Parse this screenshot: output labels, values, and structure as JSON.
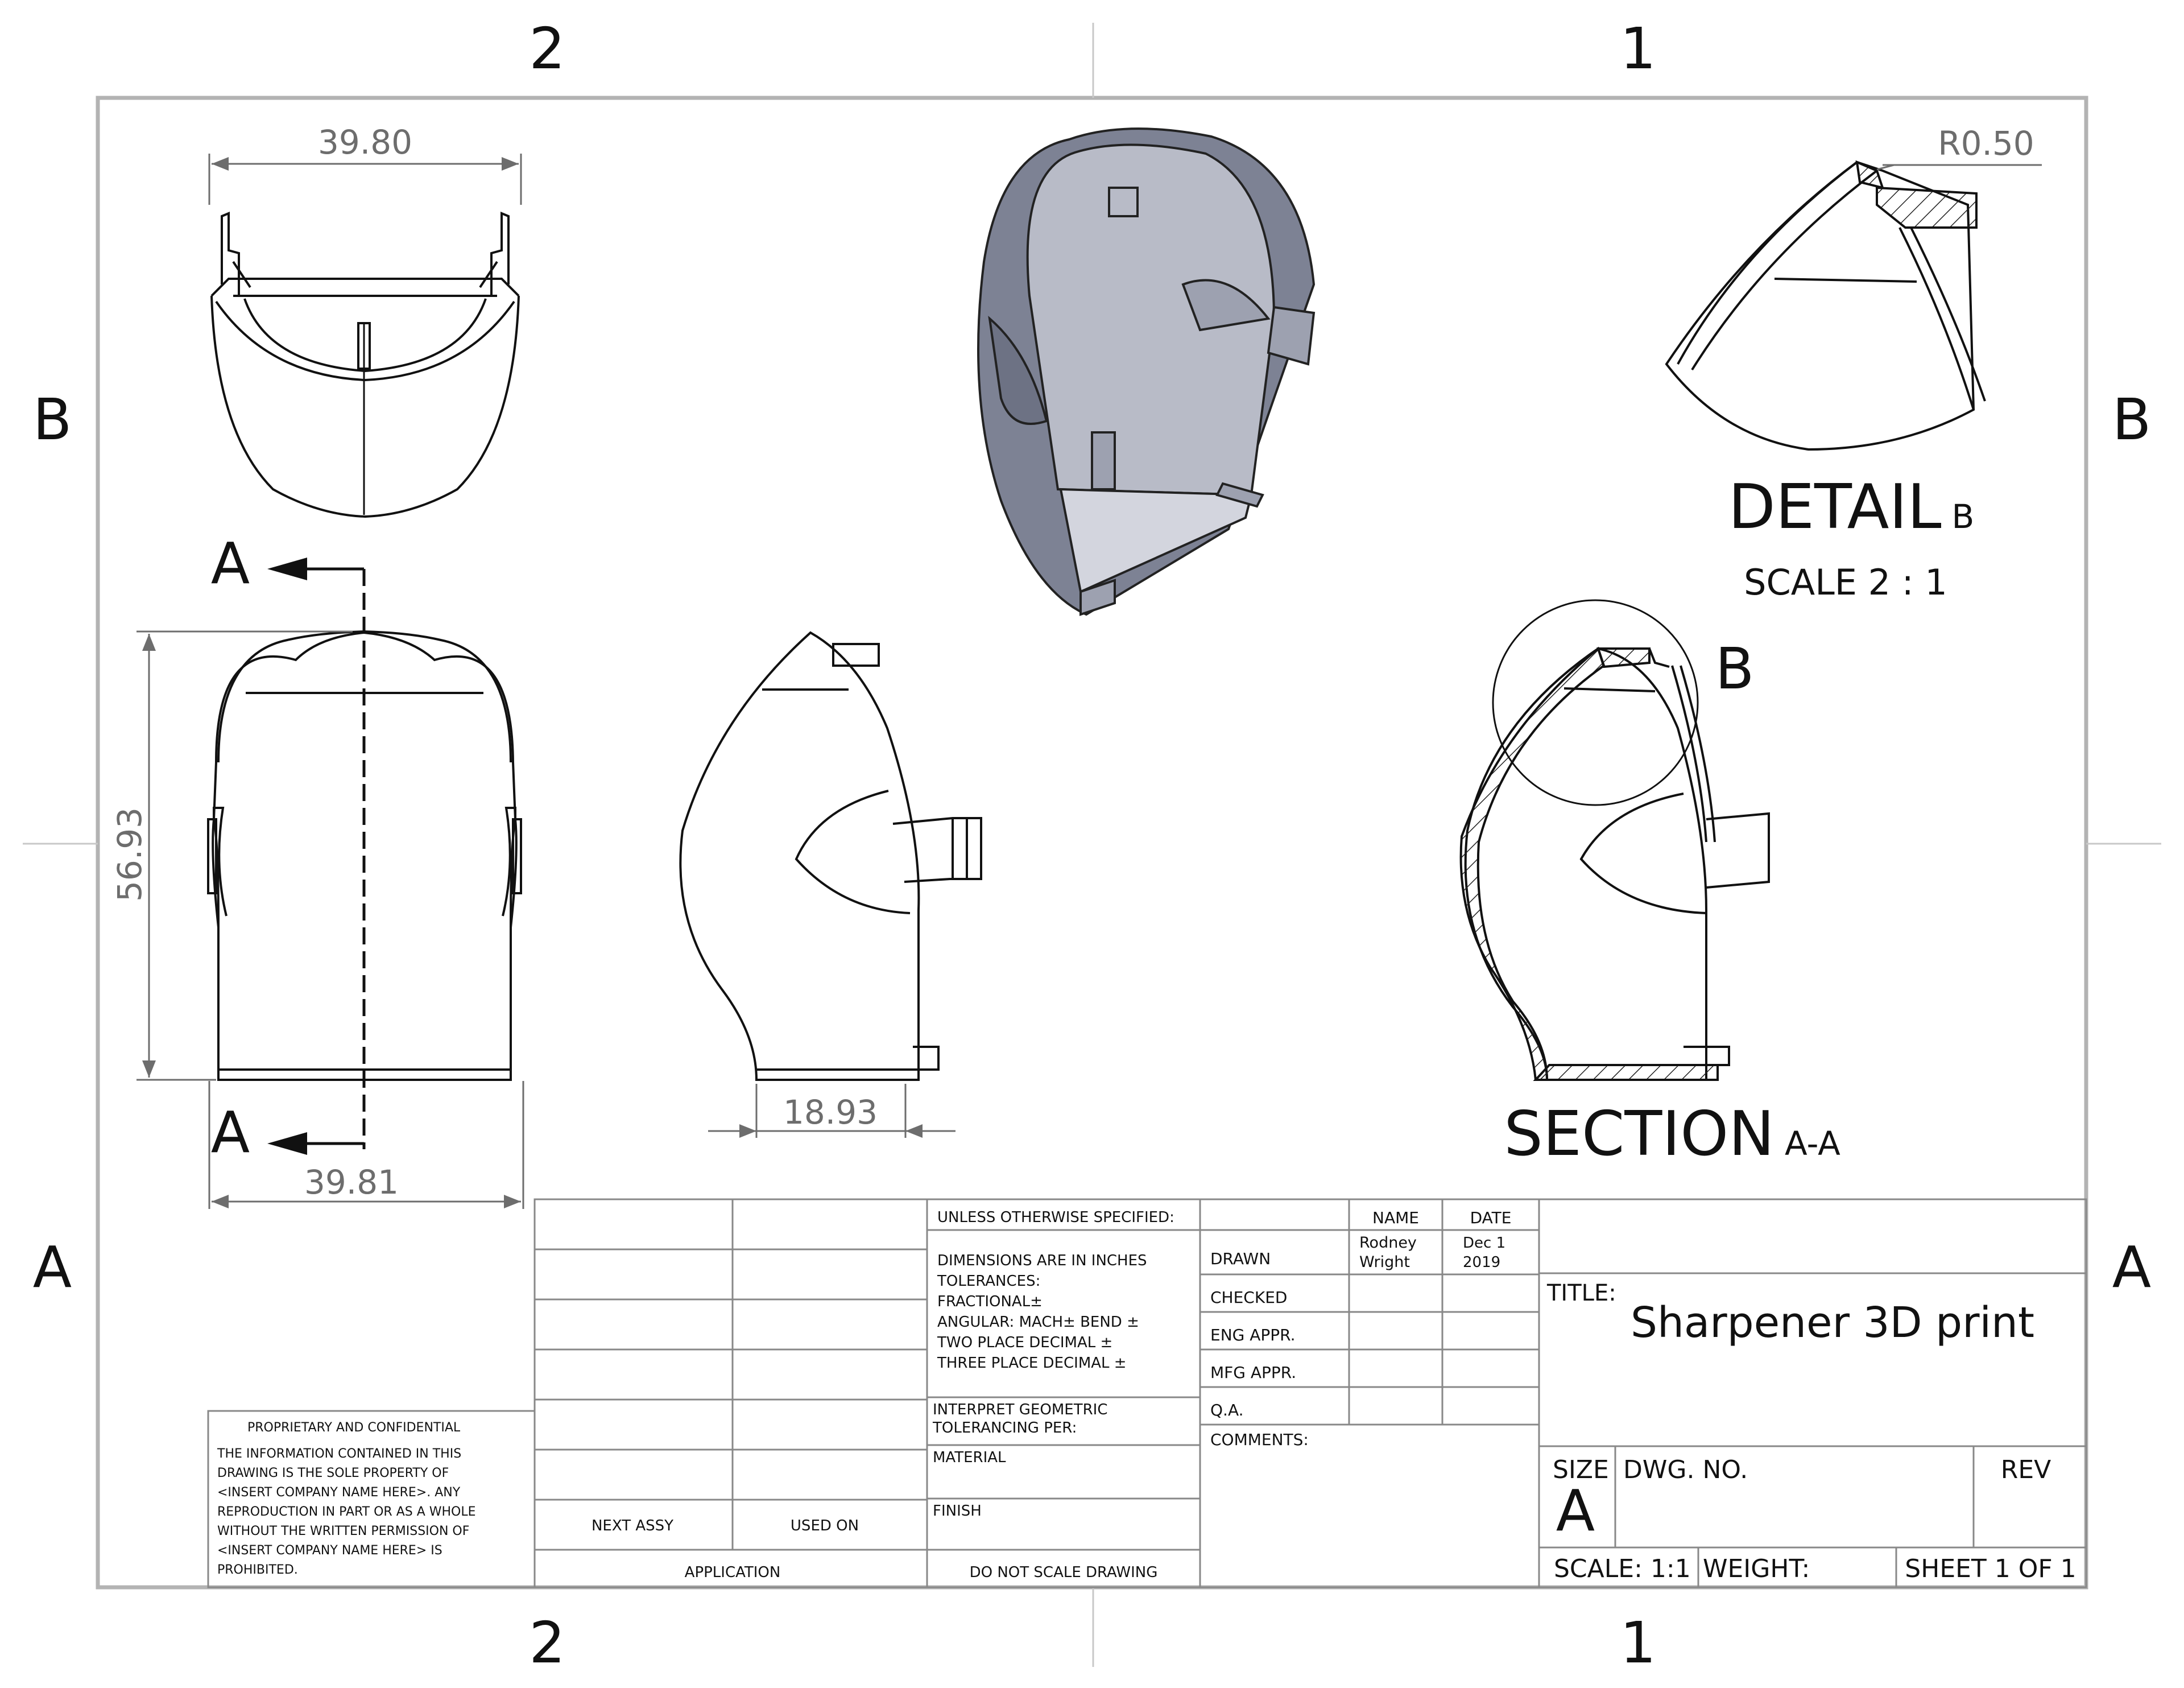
{
  "zones": {
    "top": [
      "2",
      "1"
    ],
    "bottom": [
      "2",
      "1"
    ],
    "left": [
      "B",
      "A"
    ],
    "right": [
      "B",
      "A"
    ]
  },
  "dimensions": {
    "top_width": "39.80",
    "bottom_width": "39.81",
    "height": "56.93",
    "side_depth": "18.93",
    "detail_radius": "R0.50"
  },
  "views": {
    "section_arrow_top": "A",
    "section_arrow_bottom": "A",
    "detail_callout": "B",
    "detail_title": "DETAIL",
    "detail_title_suffix": "B",
    "detail_scale": "SCALE  2 : 1",
    "section_title": "SECTION",
    "section_title_suffix": "A-A"
  },
  "title_block": {
    "proprietary": {
      "heading": "PROPRIETARY AND CONFIDENTIAL",
      "lines": [
        "THE INFORMATION CONTAINED IN THIS",
        "DRAWING IS THE SOLE PROPERTY OF",
        "<INSERT COMPANY NAME HERE>.  ANY",
        "REPRODUCTION IN PART OR AS A WHOLE",
        "WITHOUT THE WRITTEN PERMISSION OF",
        "<INSERT COMPANY NAME HERE> IS",
        "PROHIBITED."
      ]
    },
    "next_assy": "NEXT ASSY",
    "used_on": "USED ON",
    "application": "APPLICATION",
    "unless_specified": "UNLESS OTHERWISE SPECIFIED:",
    "tolerances": [
      "DIMENSIONS ARE IN INCHES",
      "TOLERANCES:",
      "FRACTIONAL±",
      "ANGULAR: MACH±     BEND ±",
      "TWO PLACE DECIMAL    ±",
      "THREE PLACE DECIMAL   ±"
    ],
    "interpret": [
      "INTERPRET GEOMETRIC",
      "TOLERANCING PER:"
    ],
    "material": "MATERIAL",
    "finish": "FINISH",
    "do_not_scale": "DO NOT SCALE DRAWING",
    "name_header": "NAME",
    "date_header": "DATE",
    "rows": [
      "DRAWN",
      "CHECKED",
      "ENG APPR.",
      "MFG APPR.",
      "Q.A."
    ],
    "drawn_name": [
      "Rodney",
      "Wright"
    ],
    "drawn_date": [
      "Dec 1",
      "2019"
    ],
    "comments": "COMMENTS:",
    "title_label": "TITLE:",
    "title": "Sharpener 3D print",
    "size_label": "SIZE",
    "size": "A",
    "dwg_no_label": "DWG.  NO.",
    "rev_label": "REV",
    "scale": "SCALE: 1:1",
    "weight": "WEIGHT:",
    "sheet": "SHEET 1 OF 1"
  }
}
